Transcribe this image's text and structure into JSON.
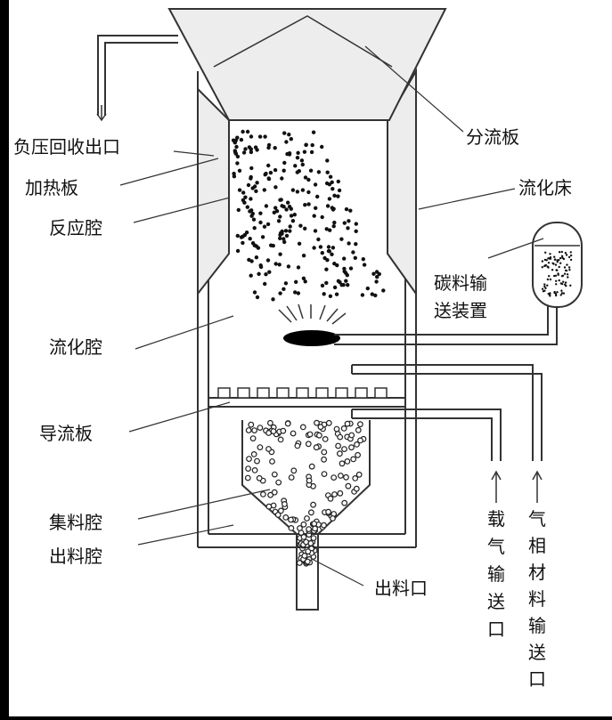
{
  "diagram": {
    "labels": {
      "negative_pressure_outlet": "负压回收出口",
      "heating_plate": "加热板",
      "reaction_chamber": "反应腔",
      "fluidization_chamber": "流化腔",
      "diversion_plate": "导流板",
      "collection_chamber": "集料腔",
      "discharge_chamber": "出料腔",
      "discharge_port": "出料口",
      "splitter_plate": "分流板",
      "fluidized_bed": "流化床",
      "carbon_feeder_line1": "碳料输",
      "carbon_feeder_line2": "送装置",
      "carrier_gas_inlet": [
        "载",
        "气",
        "输",
        "送",
        "口"
      ],
      "gas_material_inlet": [
        "气",
        "相",
        "材",
        "料",
        "输",
        "送",
        "口"
      ]
    },
    "colors": {
      "background": "#000000",
      "panel": "#ffffff",
      "stroke": "#333333",
      "fill_light": "#ededed",
      "text": "#111111",
      "nozzle": "#000000"
    }
  }
}
